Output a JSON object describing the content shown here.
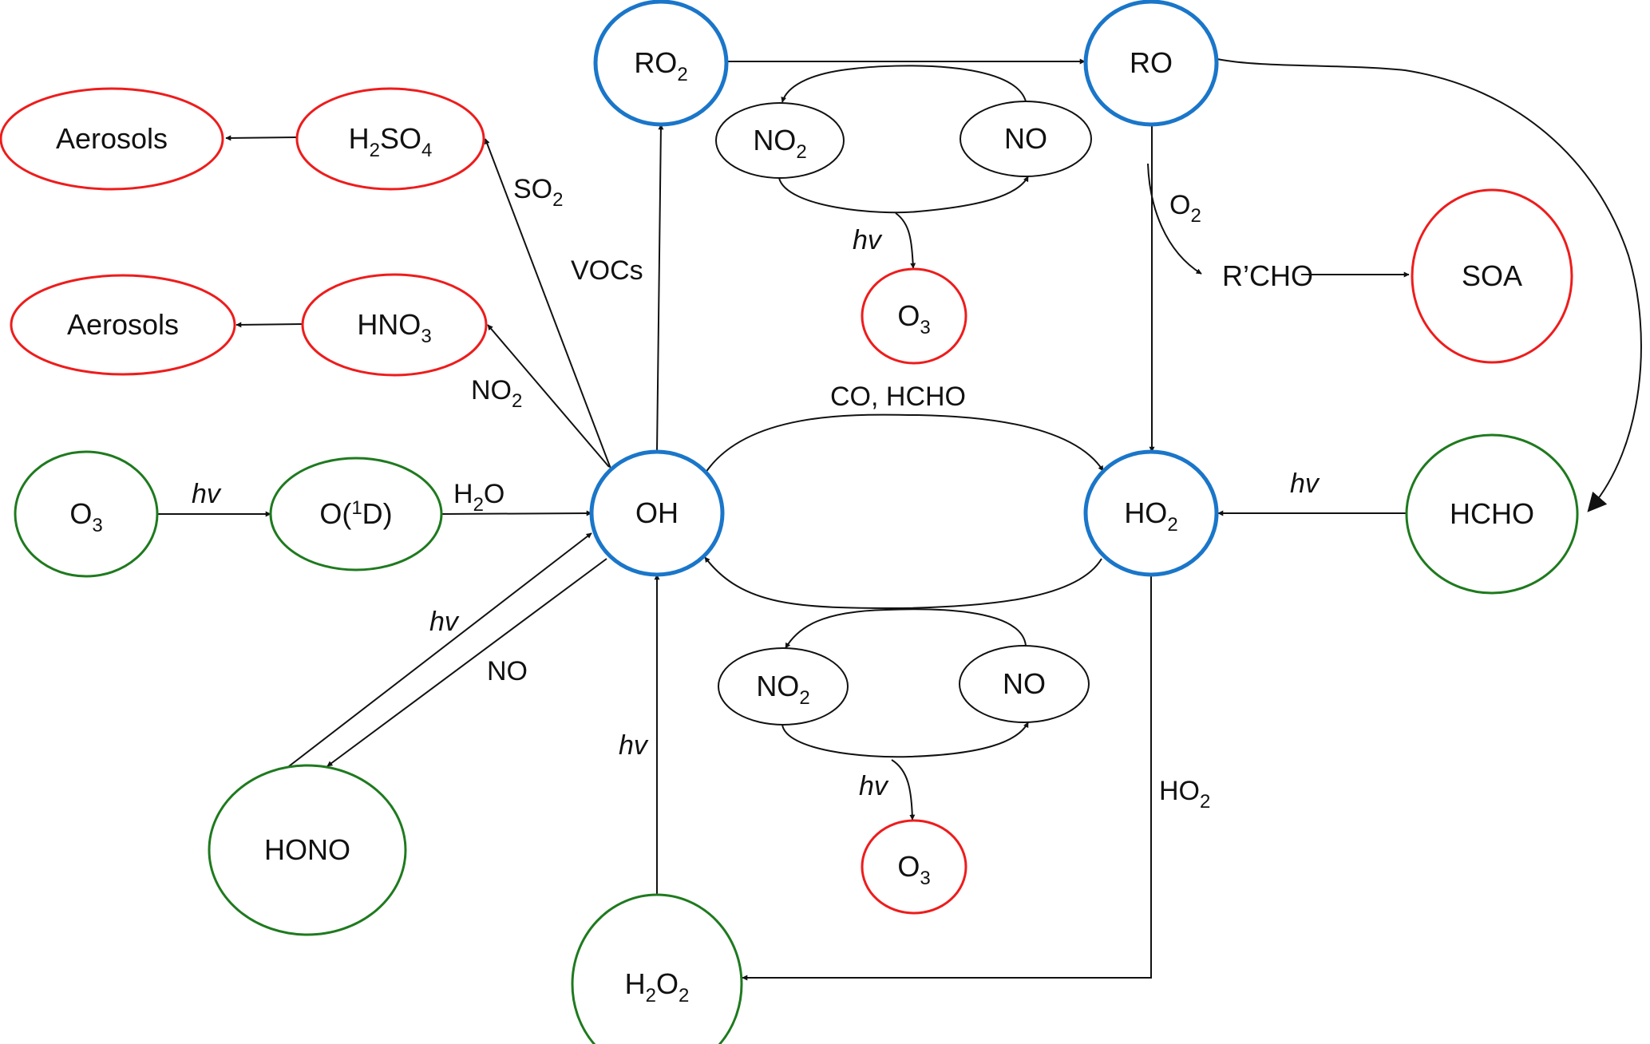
{
  "diagram": {
    "title": "Atmospheric OH/HO2 radical chemistry cycle",
    "colors": {
      "radical": "#1a76c9",
      "product": "#ee1c1c",
      "source": "#1e7a1e",
      "nox": "#111111",
      "edge": "#111111"
    },
    "nodes": [
      {
        "id": "aerosols1",
        "label": "Aerosols",
        "sub": "",
        "kind": "product"
      },
      {
        "id": "h2so4",
        "label": "H",
        "sub": "2",
        "tail": "SO",
        "sub2": "4",
        "kind": "product"
      },
      {
        "id": "aerosols2",
        "label": "Aerosols",
        "sub": "",
        "kind": "product"
      },
      {
        "id": "hno3",
        "label": "HNO",
        "sub": "3",
        "kind": "product"
      },
      {
        "id": "o3_source",
        "label": "O",
        "sub": "3",
        "kind": "source"
      },
      {
        "id": "o1d",
        "label": "O(",
        "sup": "1",
        "tail": "D)",
        "kind": "source"
      },
      {
        "id": "oh",
        "label": "OH",
        "sub": "",
        "kind": "radical"
      },
      {
        "id": "ho2",
        "label": "HO",
        "sub": "2",
        "kind": "radical"
      },
      {
        "id": "hcho",
        "label": "HCHO",
        "sub": "",
        "kind": "source"
      },
      {
        "id": "ro2",
        "label": "RO",
        "sub": "2",
        "kind": "radical"
      },
      {
        "id": "ro",
        "label": "RO",
        "sub": "",
        "kind": "radical"
      },
      {
        "id": "no2_top",
        "label": "NO",
        "sub": "2",
        "kind": "nox"
      },
      {
        "id": "no_top",
        "label": "NO",
        "sub": "",
        "kind": "nox"
      },
      {
        "id": "o3_top",
        "label": "O",
        "sub": "3",
        "kind": "product"
      },
      {
        "id": "soa",
        "label": "SOA",
        "sub": "",
        "kind": "product"
      },
      {
        "id": "no2_bottom",
        "label": "NO",
        "sub": "2",
        "kind": "nox"
      },
      {
        "id": "no_bottom",
        "label": "NO",
        "sub": "",
        "kind": "nox"
      },
      {
        "id": "o3_bottom",
        "label": "O",
        "sub": "3",
        "kind": "product"
      },
      {
        "id": "hono",
        "label": "HONO",
        "sub": "",
        "kind": "source"
      },
      {
        "id": "h2o2",
        "label": "H",
        "sub": "2",
        "tail": "O",
        "sub2": "2",
        "kind": "source"
      }
    ],
    "free_text": [
      {
        "id": "rcho",
        "label": "R’CHO"
      }
    ],
    "edges": [
      {
        "id": "h2so4-to-aerosols",
        "from": "h2so4",
        "to": "aerosols1",
        "label": ""
      },
      {
        "id": "hno3-to-aerosols",
        "from": "hno3",
        "to": "aerosols2",
        "label": ""
      },
      {
        "id": "oh-to-h2so4",
        "from": "oh",
        "to": "h2so4",
        "label": "SO",
        "label_sub": "2"
      },
      {
        "id": "oh-to-hno3",
        "from": "oh",
        "to": "hno3",
        "label": "NO",
        "label_sub": "2"
      },
      {
        "id": "oh-to-ro2",
        "from": "oh",
        "to": "ro2",
        "label": "VOCs"
      },
      {
        "id": "ro2-to-ro",
        "from": "ro2",
        "to": "ro",
        "label": ""
      },
      {
        "id": "no-to-no2-top",
        "from": "no_top",
        "to": "no2_top",
        "label": ""
      },
      {
        "id": "no2-to-no-top",
        "from": "no2_top",
        "to": "no_top",
        "label": ""
      },
      {
        "id": "photolysis-to-o3-top",
        "from": "no2_top",
        "to": "o3_top",
        "label": "hv",
        "italic": true
      },
      {
        "id": "ro-to-rcho",
        "from": "ro",
        "to": "rcho",
        "label": "O",
        "label_sub": "2"
      },
      {
        "id": "rcho-to-soa",
        "from": "rcho",
        "to": "soa",
        "label": ""
      },
      {
        "id": "ro-to-ho2",
        "from": "ro",
        "to": "ho2",
        "label": ""
      },
      {
        "id": "ro-to-hcho",
        "from": "ro",
        "to": "hcho",
        "label": ""
      },
      {
        "id": "o3-to-o1d",
        "from": "o3_source",
        "to": "o1d",
        "label": "hv",
        "italic": true
      },
      {
        "id": "o1d-to-oh",
        "from": "o1d",
        "to": "oh",
        "label": "H",
        "label_sub": "2",
        "label_tail": "O"
      },
      {
        "id": "oh-to-ho2",
        "from": "oh",
        "to": "ho2",
        "label": "CO, HCHO"
      },
      {
        "id": "ho2-to-oh",
        "from": "ho2",
        "to": "oh",
        "label": ""
      },
      {
        "id": "hcho-to-ho2",
        "from": "hcho",
        "to": "ho2",
        "label": "hv",
        "italic": true
      },
      {
        "id": "no-to-no2-bottom",
        "from": "no_bottom",
        "to": "no2_bottom",
        "label": ""
      },
      {
        "id": "no2-to-no-bottom",
        "from": "no2_bottom",
        "to": "no_bottom",
        "label": ""
      },
      {
        "id": "photolysis-to-o3-bottom",
        "from": "no2_bottom",
        "to": "o3_bottom",
        "label": "hv",
        "italic": true
      },
      {
        "id": "hono-to-oh",
        "from": "hono",
        "to": "oh",
        "label": "hv",
        "italic": true
      },
      {
        "id": "oh-to-hono",
        "from": "oh",
        "to": "hono",
        "label": "NO"
      },
      {
        "id": "h2o2-to-oh",
        "from": "h2o2",
        "to": "oh",
        "label": "hv",
        "italic": true
      },
      {
        "id": "ho2-to-h2o2",
        "from": "ho2",
        "to": "h2o2",
        "label": "HO",
        "label_sub": "2"
      }
    ]
  }
}
